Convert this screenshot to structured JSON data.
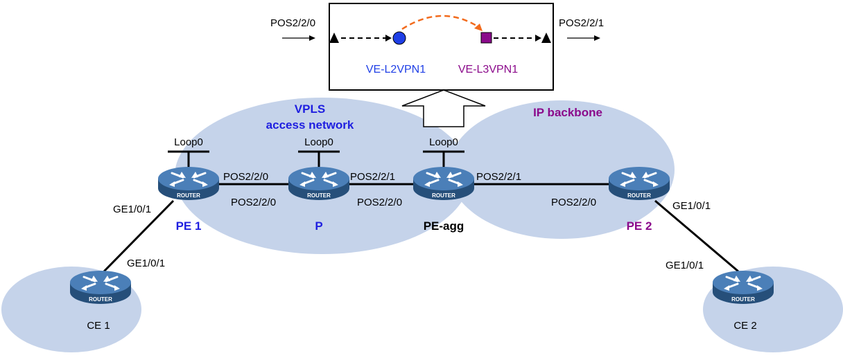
{
  "colors": {
    "cloud": "#c5d3ea",
    "vpls": "#1f1fe0",
    "backbone": "#8b0a8b",
    "flow_arrow": "#f26b1d",
    "router_body": "#2e5d8e",
    "router_top": "#4b7fb8",
    "l2_node": "#1f3fe6",
    "l3_node": "#8b0a8b"
  },
  "regions": {
    "vpls_line1": "VPLS",
    "vpls_line2": "access network",
    "backbone": "IP backbone"
  },
  "routers": {
    "badge": "ROUTER",
    "pe1": "PE 1",
    "p": "P",
    "peagg": "PE-agg",
    "pe2": "PE 2",
    "ce1": "CE 1",
    "ce2": "CE 2"
  },
  "loopbacks": {
    "pe1": "Loop0",
    "p": "Loop0",
    "peagg": "Loop0"
  },
  "interfaces": {
    "pe1_to_p": "POS2/2/0",
    "p_from_pe1": "POS2/2/0",
    "p_to_peagg": "POS2/2/1",
    "peagg_from_p": "POS2/2/0",
    "peagg_to_pe2": "POS2/2/1",
    "pe2_from_peagg": "POS2/2/0",
    "pe1_to_ce1": "GE1/0/1",
    "ce1_to_pe1": "GE1/0/1",
    "pe2_to_ce2": "GE1/0/1",
    "ce2_to_pe2": "GE1/0/1"
  },
  "detail": {
    "in_port": "POS2/2/0",
    "out_port": "POS2/2/1",
    "l2vpn": "VE-L2VPN1",
    "l3vpn": "VE-L3VPN1"
  }
}
